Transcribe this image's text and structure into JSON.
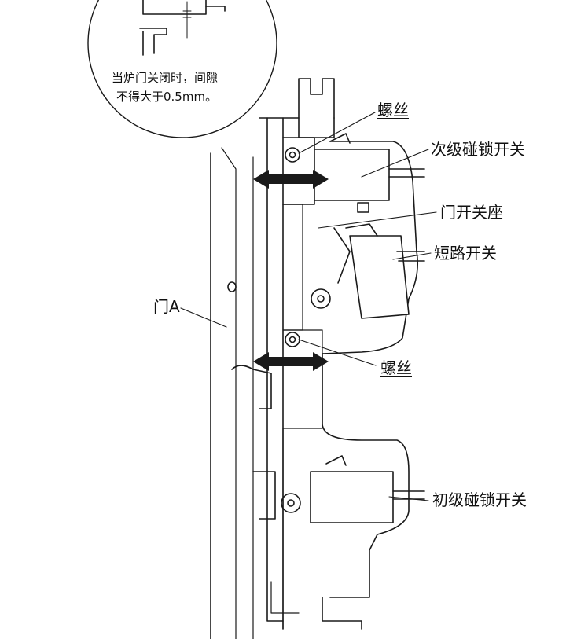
{
  "inset": {
    "line1": "当炉门关闭时，间隙",
    "line2": "不得大于0.5mm。"
  },
  "labels": {
    "screw_top": "螺丝",
    "secondary_switch": "次级碰锁开关",
    "door_switch_seat": "门开关座",
    "short_switch": "短路开关",
    "door_a": "门A",
    "screw_bottom": "螺丝",
    "primary_switch": "初级碰锁开关"
  },
  "colors": {
    "line": "#1a1a1a",
    "shade": "#dcdcdc"
  }
}
